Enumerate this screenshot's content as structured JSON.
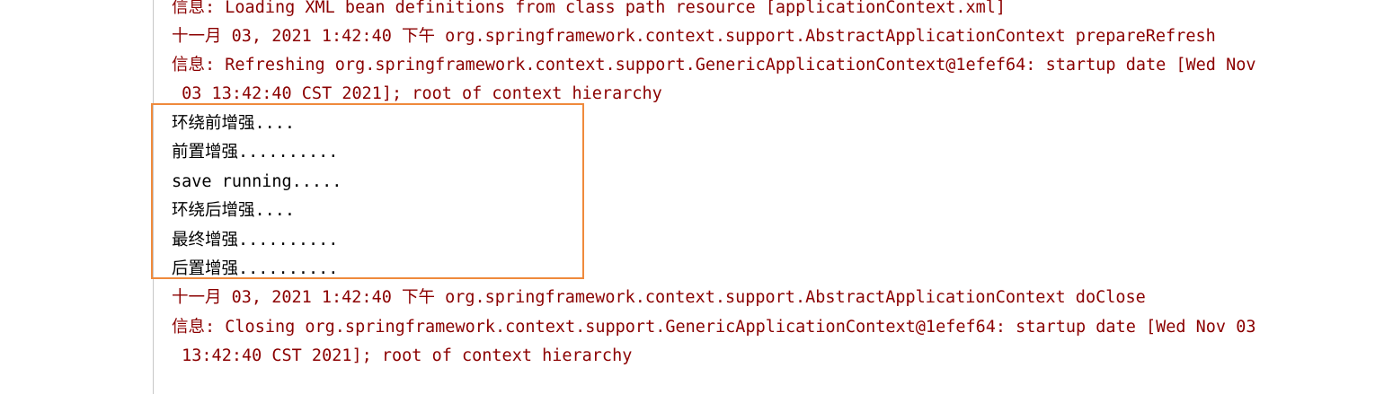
{
  "console": {
    "lines": [
      {
        "text": "信息: Loading XML bean definitions from class path resource [applicationContext.xml]",
        "stream": "stderr"
      },
      {
        "text": "十一月 03, 2021 1:42:40 下午 org.springframework.context.support.AbstractApplicationContext prepareRefresh",
        "stream": "stderr"
      },
      {
        "text": "信息: Refreshing org.springframework.context.support.GenericApplicationContext@1efef64: startup date [Wed Nov",
        "stream": "stderr"
      },
      {
        "text": " 03 13:42:40 CST 2021]; root of context hierarchy",
        "stream": "stderr"
      },
      {
        "text": "环绕前增强....",
        "stream": "stdout"
      },
      {
        "text": "前置增强..........",
        "stream": "stdout"
      },
      {
        "text": "save running.....",
        "stream": "stdout"
      },
      {
        "text": "环绕后增强....",
        "stream": "stdout"
      },
      {
        "text": "最终增强..........",
        "stream": "stdout"
      },
      {
        "text": "后置增强..........",
        "stream": "stdout"
      },
      {
        "text": "十一月 03, 2021 1:42:40 下午 org.springframework.context.support.AbstractApplicationContext doClose",
        "stream": "stderr"
      },
      {
        "text": "信息: Closing org.springframework.context.support.GenericApplicationContext@1efef64: startup date [Wed Nov 03",
        "stream": "stderr"
      },
      {
        "text": " 13:42:40 CST 2021]; root of context hierarchy",
        "stream": "stderr"
      }
    ]
  },
  "colors": {
    "stderr_text": "#8b0000",
    "stdout_text": "#000000",
    "highlight_border": "#ef8a3c"
  }
}
